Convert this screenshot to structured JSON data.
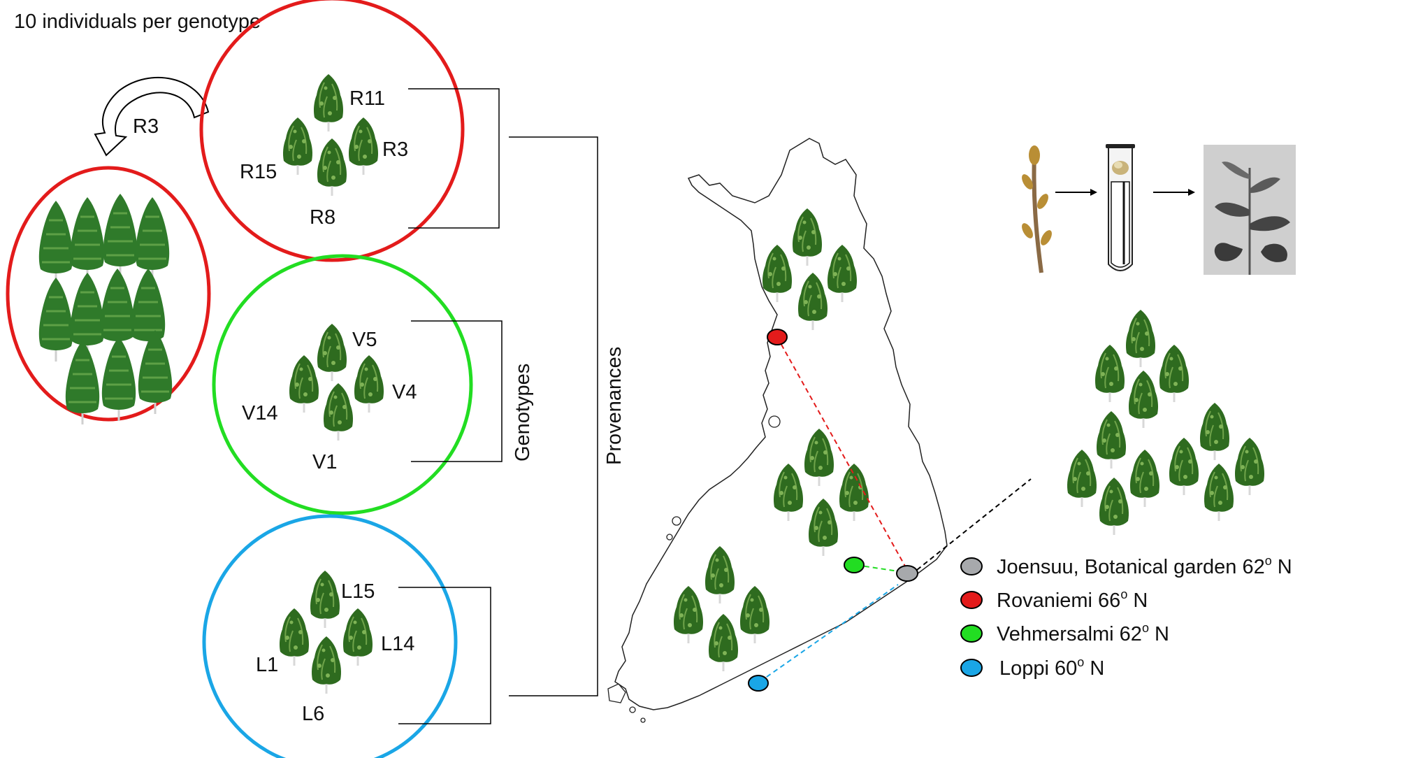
{
  "header": {
    "note": "10 individuals per genotype"
  },
  "arrow": {
    "label": "R3"
  },
  "groups": [
    {
      "color": "#e31b1b",
      "labels": [
        "R11",
        "R15",
        "R3",
        "R8"
      ]
    },
    {
      "color": "#22dd22",
      "labels": [
        "V5",
        "V14",
        "V4",
        "V1"
      ]
    },
    {
      "color": "#1aa6e6",
      "labels": [
        "L15",
        "L1",
        "L14",
        "L6"
      ]
    }
  ],
  "brackets": {
    "genotypes": "Genotypes",
    "provenances": "Provenances"
  },
  "legend": [
    {
      "name": "Joensuu, Botanical garden 62",
      "sup": "o",
      "suffix": " N",
      "color": "#a7a9ac"
    },
    {
      "name": "Rovaniemi 66",
      "sup": "o",
      "suffix": " N",
      "color": "#e31b1b"
    },
    {
      "name": "Vehmersalmi 62",
      "sup": "o",
      "suffix": " N",
      "color": "#22dd22"
    },
    {
      "name": "Loppi 60",
      "sup": "o",
      "suffix": " N",
      "color": "#1aa6e6"
    }
  ],
  "map_icons": [
    "bud-twig-icon",
    "test-tube-icon",
    "plantlet-photo-icon"
  ]
}
